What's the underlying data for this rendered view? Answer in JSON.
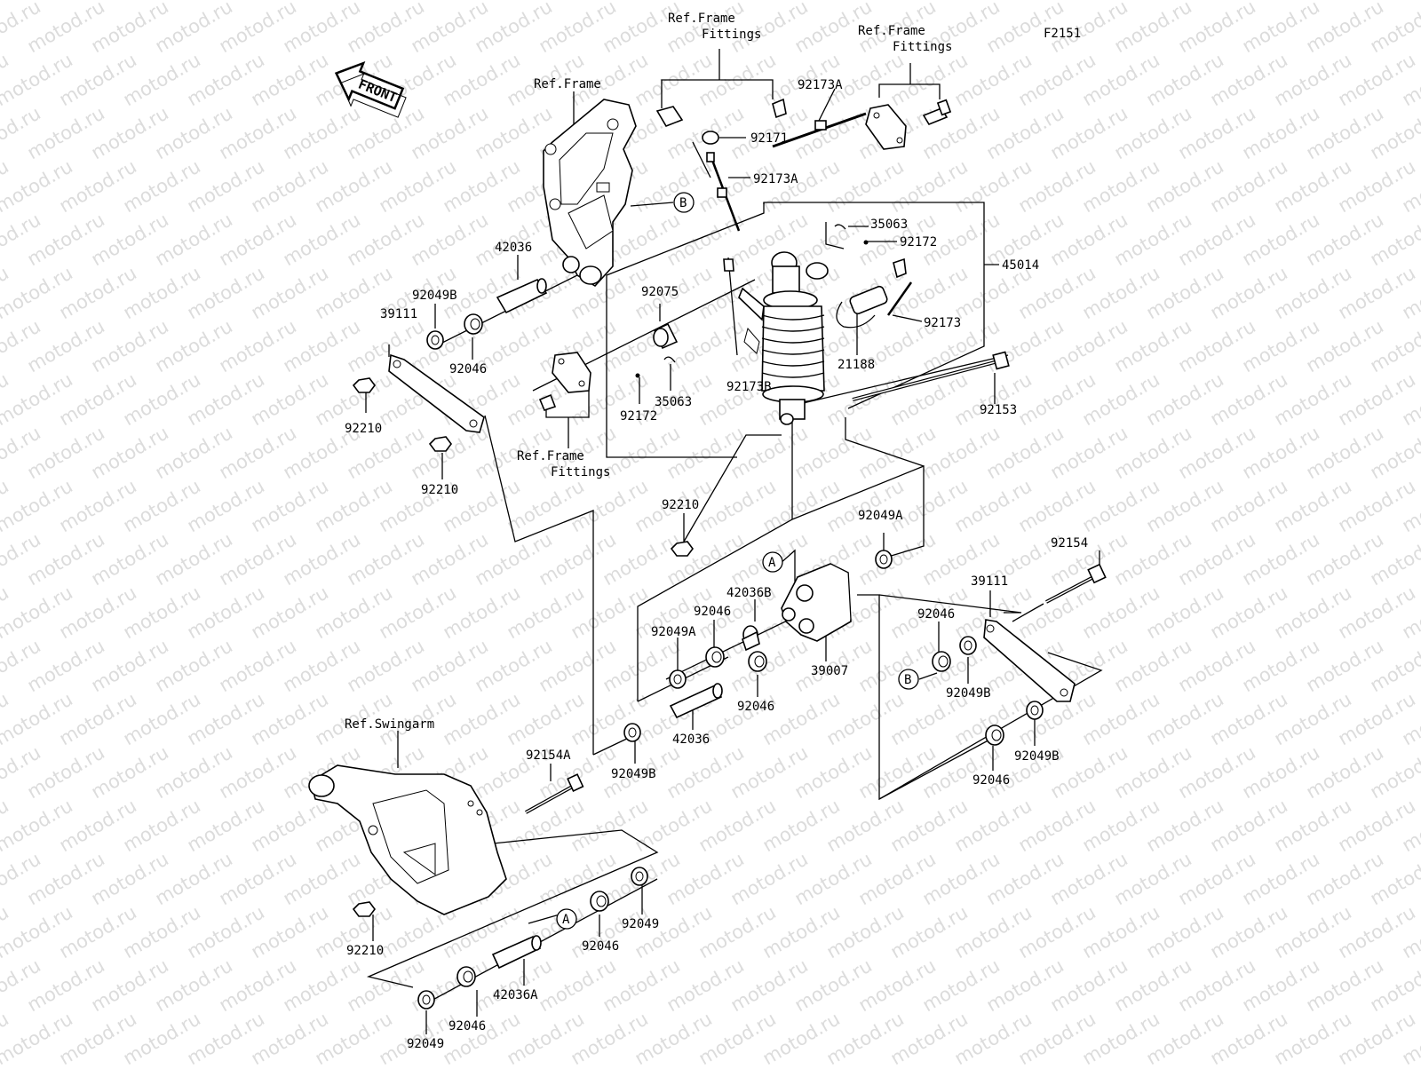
{
  "figure_code": "F2151",
  "watermark": "motod.ru",
  "front_arrow": "FRONT",
  "refs": {
    "frame": "Ref.Frame",
    "frame_fittings_1": "Ref.Frame",
    "frame_fittings_1b": "Fittings",
    "frame_fittings_2": "Ref.Frame",
    "frame_fittings_2b": "Fittings",
    "frame_fittings_3": "Ref.Frame",
    "frame_fittings_3b": "Fittings",
    "swingarm": "Ref.Swingarm"
  },
  "callouts": {
    "a": "A",
    "b": "B"
  },
  "parts": {
    "p92171": "92171",
    "p92173A_1": "92173A",
    "p92173A_2": "92173A",
    "p35063_1": "35063",
    "p92172_1": "92172",
    "p45014": "45014",
    "p92173": "92173",
    "p21188": "21188",
    "p92153": "92153",
    "p92075": "92075",
    "p92172_2": "92172",
    "p35063_2": "35063",
    "p92173B": "92173B",
    "p42036_1": "42036",
    "p92049B_1": "92049B",
    "p39111_1": "39111",
    "p92046_1": "92046",
    "p92210_1": "92210",
    "p92210_2": "92210",
    "p92210_3": "92210",
    "p92049A_1": "92049A",
    "p42036B": "42036B",
    "p92046_2": "92046",
    "p92049A_2": "92049A",
    "p39007": "39007",
    "p92046_3": "92046",
    "p42036_2": "42036",
    "p92049B_2": "92049B",
    "p92154": "92154",
    "p39111_2": "39111",
    "p92046_4": "92046",
    "p92049B_3": "92049B",
    "p92049B_4": "92049B",
    "p92046_5": "92046",
    "p92154A": "92154A",
    "p92210_4": "92210",
    "p92049_1": "92049",
    "p92046_6": "92046",
    "p42036A": "42036A",
    "p92046_7": "92046",
    "p92049_2": "92049"
  }
}
